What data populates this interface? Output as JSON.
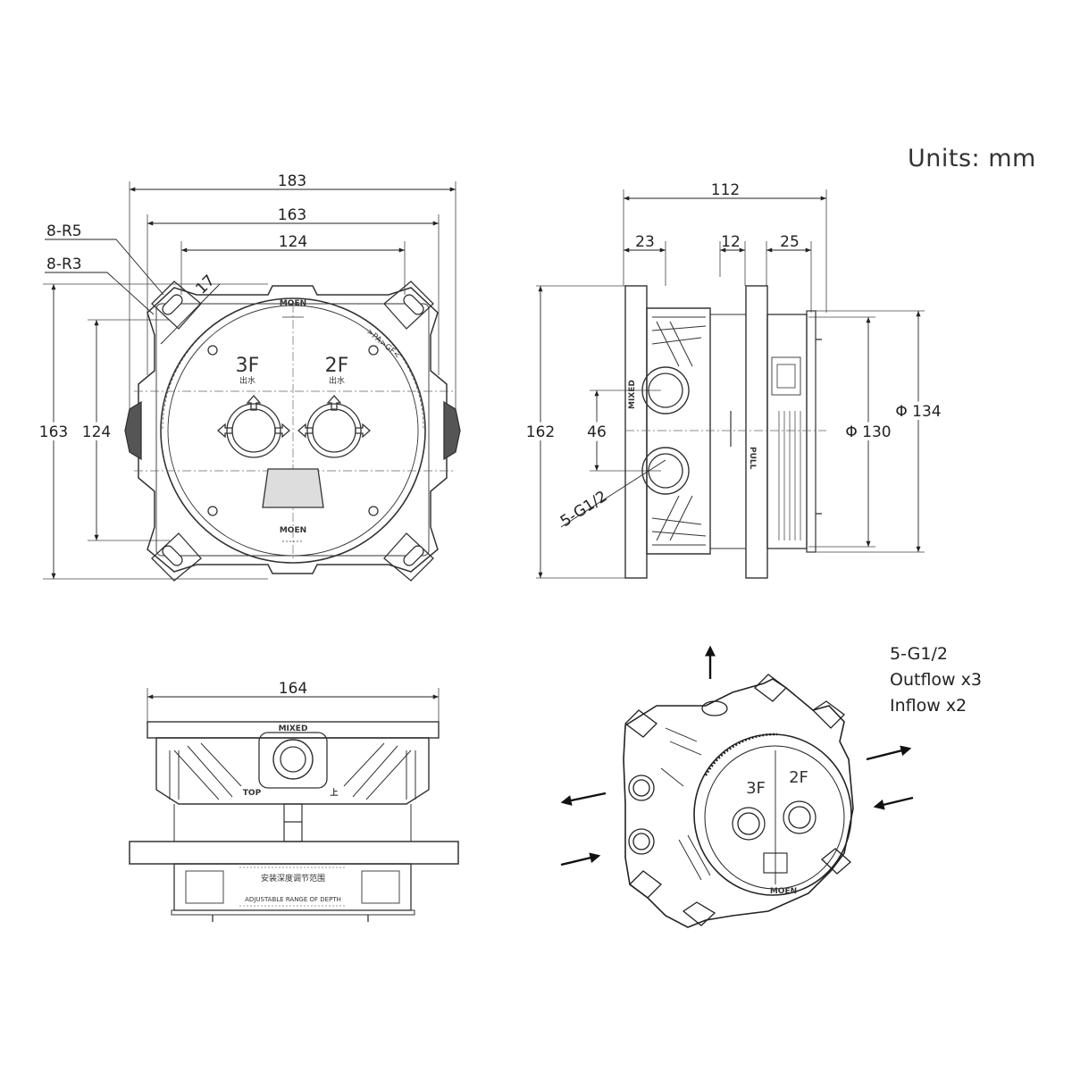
{
  "units_label": "Units: mm",
  "front_view": {
    "dim_width_overall": "183",
    "dim_width_mid": "163",
    "dim_width_inner": "124",
    "dim_height_overall": "163",
    "dim_height_inner": "124",
    "dim_chamfer": "17",
    "radius_outer": "8-R5",
    "radius_inner": "8-R3",
    "brand_top": "MOEN",
    "brand_bottom": "MOEN",
    "outlet_left_code": "3F",
    "outlet_left_sub": "出水",
    "outlet_right_code": "2F",
    "outlet_right_sub": "出水",
    "flow_marker": ">PA>GF<"
  },
  "side_view": {
    "dim_depth_overall": "112",
    "dim_depth_front": "23",
    "dim_depth_mid": "12",
    "dim_depth_rear": "25",
    "dim_height": "162",
    "dim_port_spacing": "46",
    "dim_diameter_inner": "Φ 130",
    "dim_diameter_outer": "Φ 134",
    "port_callout": "5-G1/2",
    "body_mark": "MIXED",
    "pull_mark": "PULL"
  },
  "bottom_view": {
    "dim_width": "164",
    "body_mark": "MIXED",
    "top_mark": "TOP",
    "top_mark_cn": "上",
    "depth_label_cn": "安装深度调节范围",
    "depth_label_en": "ADJUSTABLE RANGE OF DEPTH"
  },
  "iso_view": {
    "brand": "MOEN",
    "outlet_left_code": "3F",
    "outlet_right_code": "2F"
  },
  "spec": {
    "line1": "5-G1/2",
    "line2": "Outflow x3",
    "line3": "Inflow x2"
  }
}
